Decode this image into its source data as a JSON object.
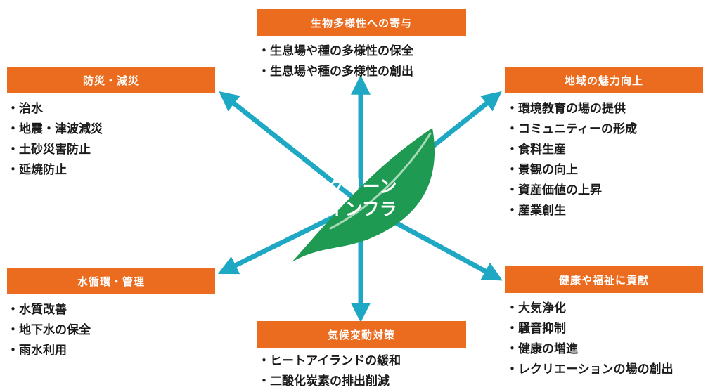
{
  "center": {
    "line1": "グリーン",
    "line2": "インフラ"
  },
  "categories": {
    "biodiversity": {
      "title": "生物多様性への寄与",
      "items": [
        "生息場や種の多様性の保全",
        "生息場や種の多様性の創出"
      ]
    },
    "disaster": {
      "title": "防災・減災",
      "items": [
        "治水",
        "地震・津波減災",
        "土砂災害防止",
        "延焼防止"
      ]
    },
    "regional": {
      "title": "地域の魅力向上",
      "items": [
        "環境教育の場の提供",
        "コミュニティーの形成",
        "食料生産",
        "景観の向上",
        "資産価値の上昇",
        "産業創生"
      ]
    },
    "water": {
      "title": "水循環・管理",
      "items": [
        "水質改善",
        "地下水の保全",
        "雨水利用"
      ]
    },
    "health": {
      "title": "健康や福祉に貢献",
      "items": [
        "大気浄化",
        "騒音抑制",
        "健康の増進",
        "レクリエーションの場の創出"
      ]
    },
    "climate": {
      "title": "気候変動対策",
      "items": [
        "ヒートアイランドの緩和",
        "二酸化炭素の排出削減"
      ]
    }
  },
  "colors": {
    "box": "#ec6c1f",
    "arrow": "#1fa8c4",
    "leaf": "#1f9a52",
    "leaf_vein": "#a8d9b8"
  }
}
